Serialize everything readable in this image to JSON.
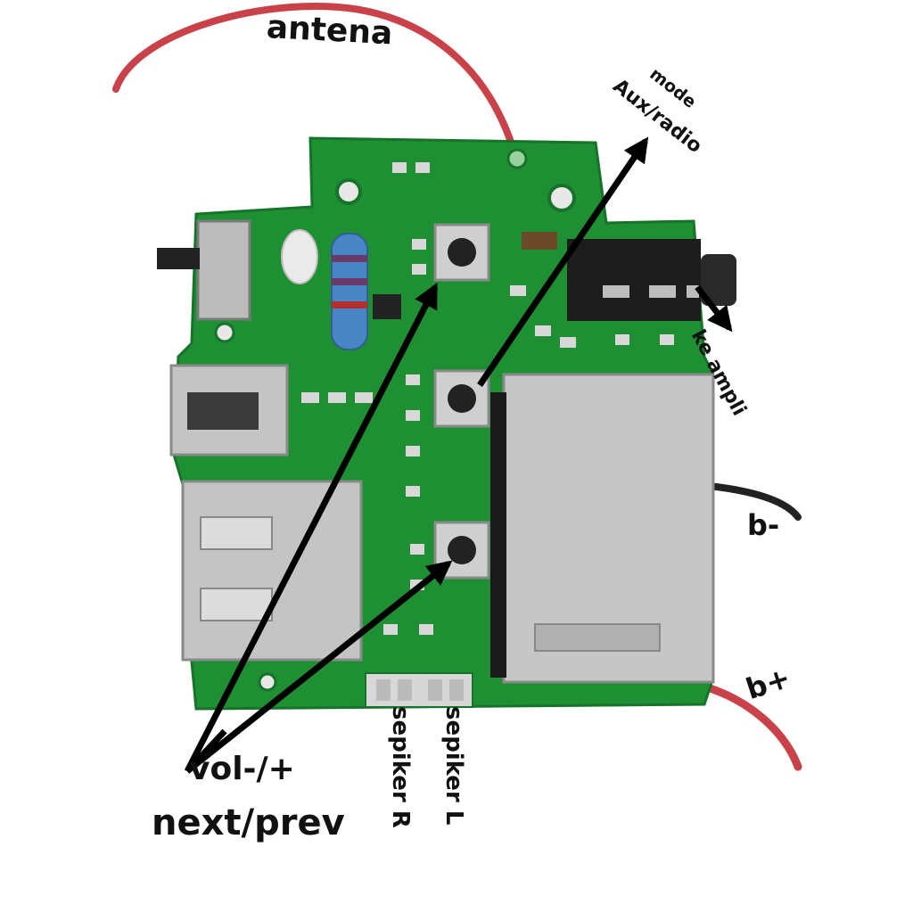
{
  "labels": {
    "antena": "antena",
    "mode_line1": "mode",
    "mode_line2": "Aux/radio",
    "ke_ampli": "ke ampli",
    "b_minus": "b-",
    "b_plus": "b+",
    "vol": "vol-/+",
    "next_prev": "next/prev",
    "sepiker_r": "sepiker R",
    "sepiker_l": "sepiker L"
  },
  "colors": {
    "pcb": "#1f8f33",
    "pcb_dark": "#16732a",
    "wire_red": "#c9424a",
    "wire_black": "#222222",
    "metal": "#c8c8c8",
    "arrow": "#000000"
  }
}
